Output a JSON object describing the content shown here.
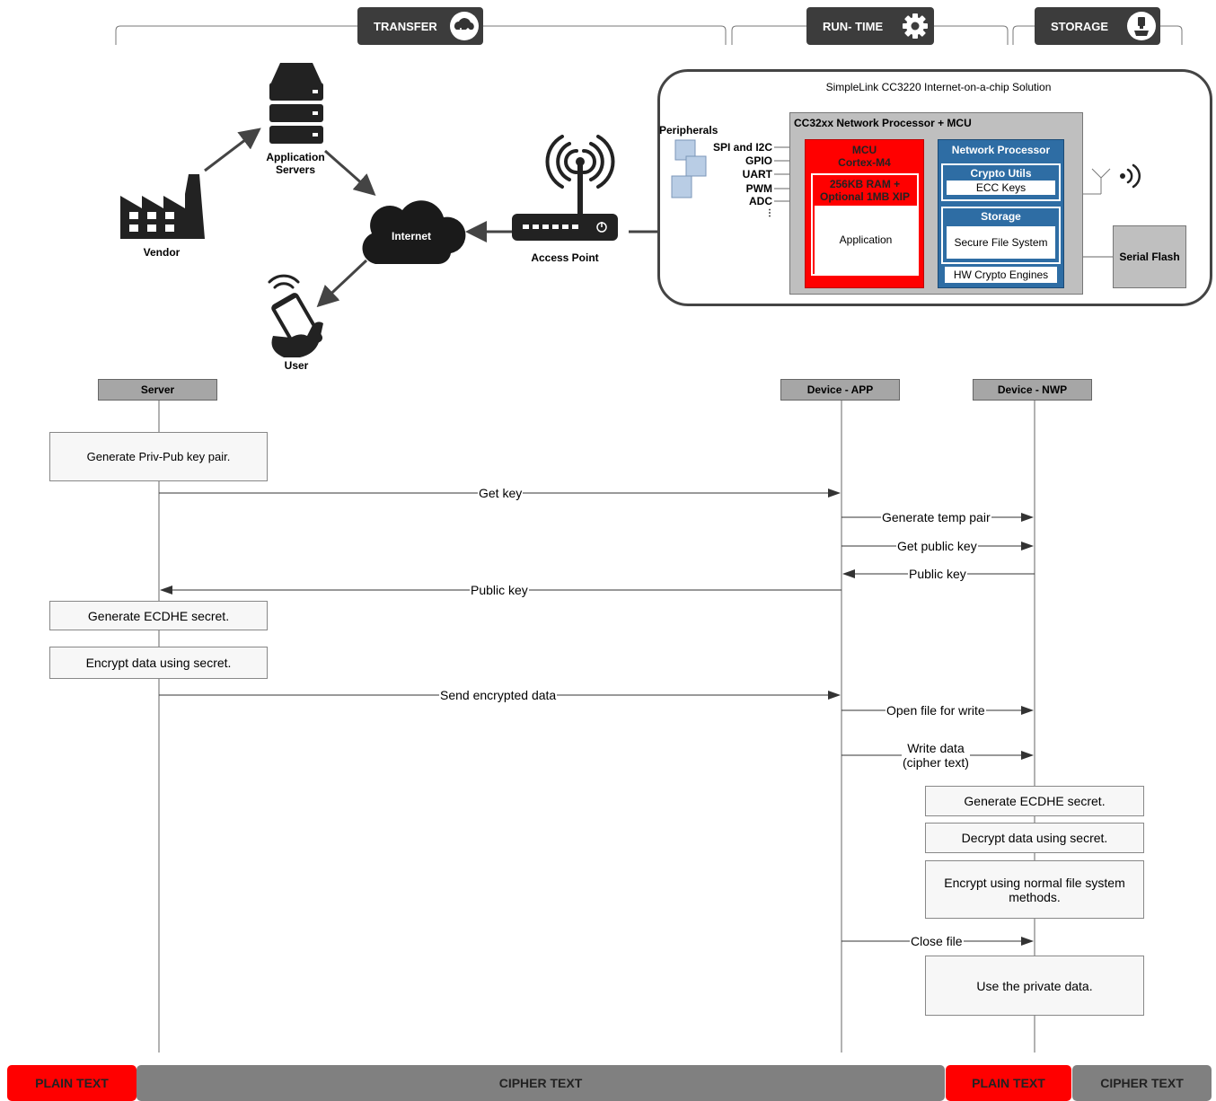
{
  "phases": {
    "transfer": "TRANSFER",
    "runtime": "RUN- TIME",
    "storage": "STORAGE"
  },
  "network": {
    "vendor": "Vendor",
    "servers": "Application\nServers",
    "internet": "Internet",
    "access_point": "Access Point",
    "user": "User"
  },
  "chip": {
    "title": "SimpleLink CC3220 Internet-on-a-chip Solution",
    "processor_title": "CC32xx Network Processor + MCU",
    "peripherals": "Peripherals",
    "pins": [
      "SPI and I2C",
      "GPIO",
      "UART",
      "PWM",
      "ADC",
      "⋮"
    ],
    "mcu": "MCU\nCortex-M4",
    "ram": "256KB RAM +\nOptional 1MB XIP",
    "application": "Application",
    "network_processor": "Network Processor",
    "crypto_utils": "Crypto Utils",
    "ecc_keys": "ECC Keys",
    "storage": "Storage",
    "secure_fs": "Secure File System",
    "hw_crypto": "HW Crypto Engines",
    "serial_flash": "Serial Flash"
  },
  "lifelines": {
    "server": "Server",
    "device_app": "Device - APP",
    "device_nwp": "Device - NWP"
  },
  "boxes": {
    "gen_keypair": "Generate Priv-Pub key pair.",
    "gen_ecdhe_server": "Generate ECDHE secret.",
    "encrypt_server": "Encrypt data using secret.",
    "gen_ecdhe_nwp": "Generate ECDHE secret.",
    "decrypt_nwp": "Decrypt data using secret.",
    "encrypt_fs": "Encrypt using normal file system methods.",
    "use_private": "Use the private data."
  },
  "messages": {
    "get_key": "Get key",
    "gen_temp_pair": "Generate temp pair",
    "get_public_key": "Get public key",
    "public_key_nwp": "Public key",
    "public_key_server": "Public key",
    "send_encrypted": "Send encrypted data",
    "open_file": "Open file for write",
    "write_data": "Write data\n(cipher text)",
    "close_file": "Close file"
  },
  "bands": {
    "plain1": "PLAIN TEXT",
    "cipher1": "CIPHER TEXT",
    "plain2": "PLAIN TEXT",
    "cipher2": "CIPHER TEXT"
  },
  "colors": {
    "plain": "#ff0000",
    "cipher": "#808080",
    "mcu_red": "#ff0000",
    "nwp_blue": "#2e6da4",
    "tab_dark": "#3c3c3c"
  }
}
